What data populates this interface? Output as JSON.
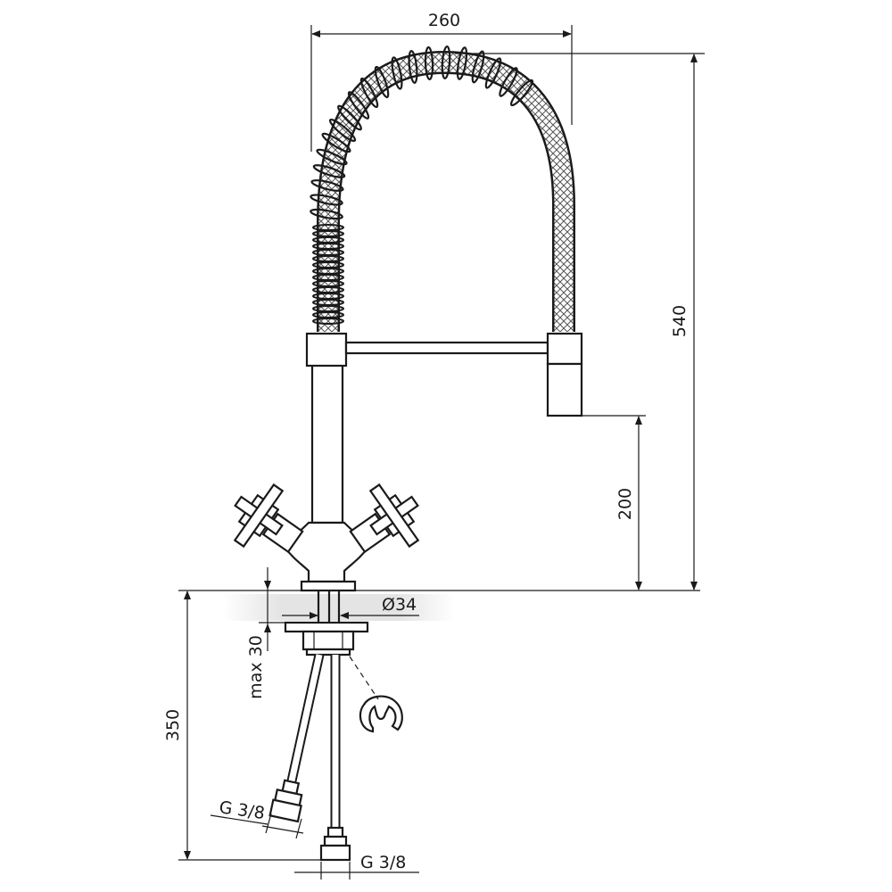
{
  "diagram": {
    "dimensions": {
      "width_top": "260",
      "total_height": "540",
      "spout_height": "200",
      "below_height": "350",
      "max_thickness": "max 30",
      "hole_diameter": "Ø34",
      "connector_left": "G 3/8",
      "connector_right": "G 3/8"
    }
  }
}
